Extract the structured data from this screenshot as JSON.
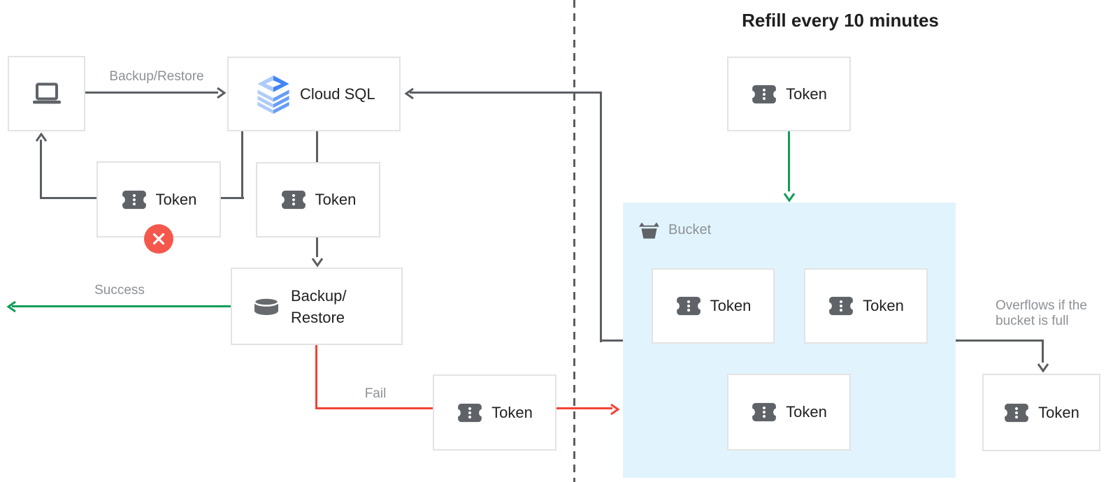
{
  "title": "Refill every 10 minutes",
  "labels": {
    "backup_restore_edge": "Backup/Restore",
    "success": "Success",
    "fail": "Fail",
    "overflow_note": "Overflows if the bucket is full"
  },
  "nodes": {
    "client": {
      "icon": "laptop-icon"
    },
    "cloud_sql": {
      "label": "Cloud SQL",
      "icon": "cloud-sql-icon"
    },
    "token_rejected": {
      "label": "Token",
      "status_icon": "rejected-x-icon"
    },
    "token_request": {
      "label": "Token"
    },
    "backup_restore": {
      "label_lines": [
        "Backup/",
        "Restore"
      ],
      "icon": "database-icon"
    },
    "token_fail": {
      "label": "Token"
    },
    "token_refill": {
      "label": "Token"
    },
    "token_overflow": {
      "label": "Token"
    },
    "bucket": {
      "label": "Bucket",
      "icon": "bucket-icon",
      "tokens": [
        {
          "label": "Token"
        },
        {
          "label": "Token"
        },
        {
          "label": "Token"
        }
      ]
    }
  },
  "colors": {
    "line_gray": "#5B5E62",
    "success_green": "#0F9D58",
    "fail_red": "#F44336",
    "badge_red": "#F4584C",
    "bucket_fill": "#E1F4FD",
    "label_gray": "#8D9196",
    "text_dark": "#212121",
    "icon_gray": "#5F6368",
    "box_border": "#E3E3E3",
    "cloud_sql_dark_blue": "#4285F4",
    "cloud_sql_mid_blue": "#669DF6",
    "cloud_sql_light_blue": "#AECBFA"
  }
}
